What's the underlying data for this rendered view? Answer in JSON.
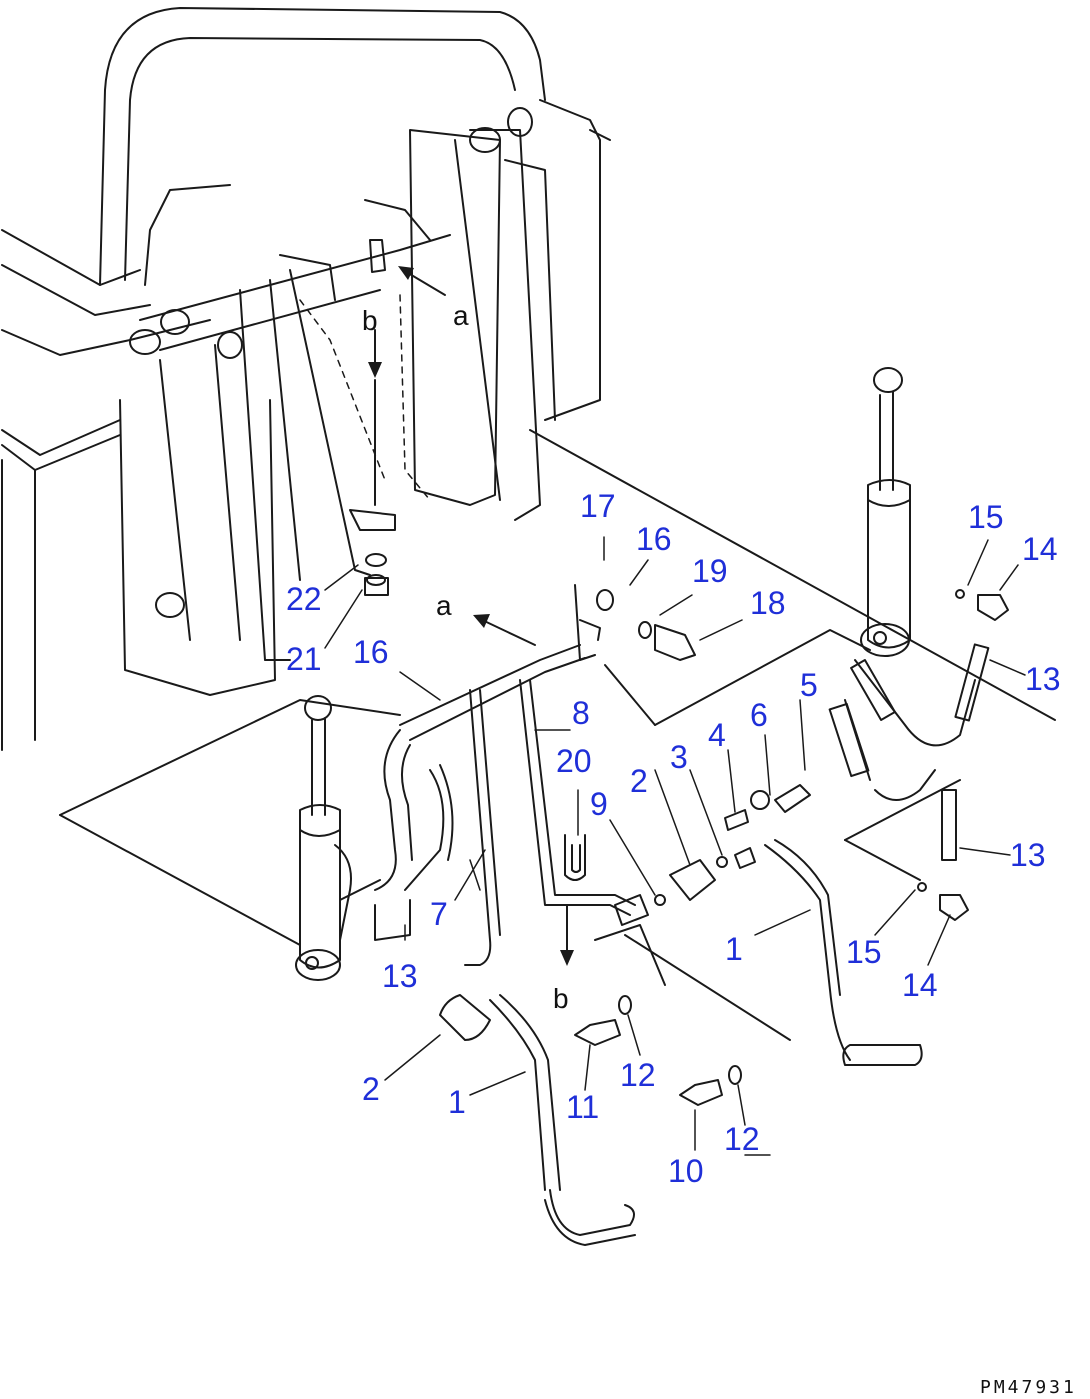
{
  "diagram": {
    "accent_color": "#1f2fd8",
    "drawing_code": "PM47931",
    "callouts": [
      {
        "id": "c17",
        "text": "17"
      },
      {
        "id": "c16a",
        "text": "16"
      },
      {
        "id": "c19",
        "text": "19"
      },
      {
        "id": "c18",
        "text": "18"
      },
      {
        "id": "c15a",
        "text": "15"
      },
      {
        "id": "c14a",
        "text": "14"
      },
      {
        "id": "c13a",
        "text": "13"
      },
      {
        "id": "c22",
        "text": "22"
      },
      {
        "id": "c21",
        "text": "21"
      },
      {
        "id": "c16b",
        "text": "16"
      },
      {
        "id": "c5",
        "text": "5"
      },
      {
        "id": "c6",
        "text": "6"
      },
      {
        "id": "c8",
        "text": "8"
      },
      {
        "id": "c4",
        "text": "4"
      },
      {
        "id": "c3",
        "text": "3"
      },
      {
        "id": "c2a",
        "text": "2"
      },
      {
        "id": "c20",
        "text": "20"
      },
      {
        "id": "c9",
        "text": "9"
      },
      {
        "id": "c13b",
        "text": "13"
      },
      {
        "id": "c7",
        "text": "7"
      },
      {
        "id": "c1a",
        "text": "1"
      },
      {
        "id": "c15b",
        "text": "15"
      },
      {
        "id": "c13c",
        "text": "13"
      },
      {
        "id": "c14b",
        "text": "14"
      },
      {
        "id": "c2b",
        "text": "2"
      },
      {
        "id": "c1b",
        "text": "1"
      },
      {
        "id": "c11",
        "text": "11"
      },
      {
        "id": "c12a",
        "text": "12"
      },
      {
        "id": "c12b",
        "text": "12"
      },
      {
        "id": "c10",
        "text": "10"
      }
    ],
    "letters": [
      {
        "id": "la1",
        "text": "a"
      },
      {
        "id": "lb1",
        "text": "b"
      },
      {
        "id": "la2",
        "text": "a"
      },
      {
        "id": "lb2",
        "text": "b"
      }
    ]
  }
}
